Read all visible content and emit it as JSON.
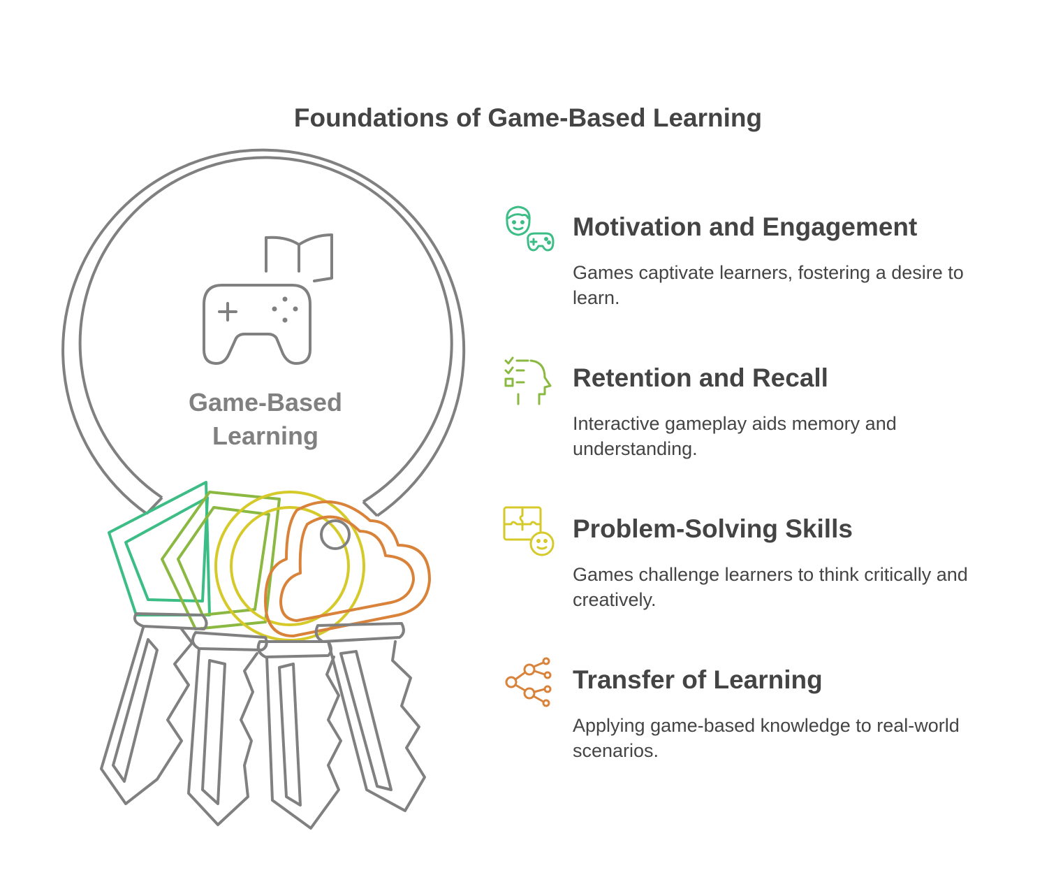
{
  "title": "Foundations of Game-Based Learning",
  "center": {
    "label": "Game-Based Learning"
  },
  "colors": {
    "gray": "#808080",
    "green": "#3dbd86",
    "lime": "#8ab840",
    "yellow": "#d6c92a",
    "orange": "#d9823a"
  },
  "items": [
    {
      "heading": "Motivation and Engagement",
      "description": "Games captivate learners, fostering a desire to learn.",
      "icon": "gamer-face-icon",
      "color": "#3dbd86"
    },
    {
      "heading": "Retention and Recall",
      "description": "Interactive gameplay aids memory and understanding.",
      "icon": "checklist-head-icon",
      "color": "#8ab840"
    },
    {
      "heading": "Problem-Solving Skills",
      "description": "Games challenge learners to think critically and creatively.",
      "icon": "puzzle-face-icon",
      "color": "#d6c92a"
    },
    {
      "heading": "Transfer of Learning",
      "description": "Applying game-based knowledge to real-world scenarios.",
      "icon": "network-nodes-icon",
      "color": "#d9823a"
    }
  ]
}
